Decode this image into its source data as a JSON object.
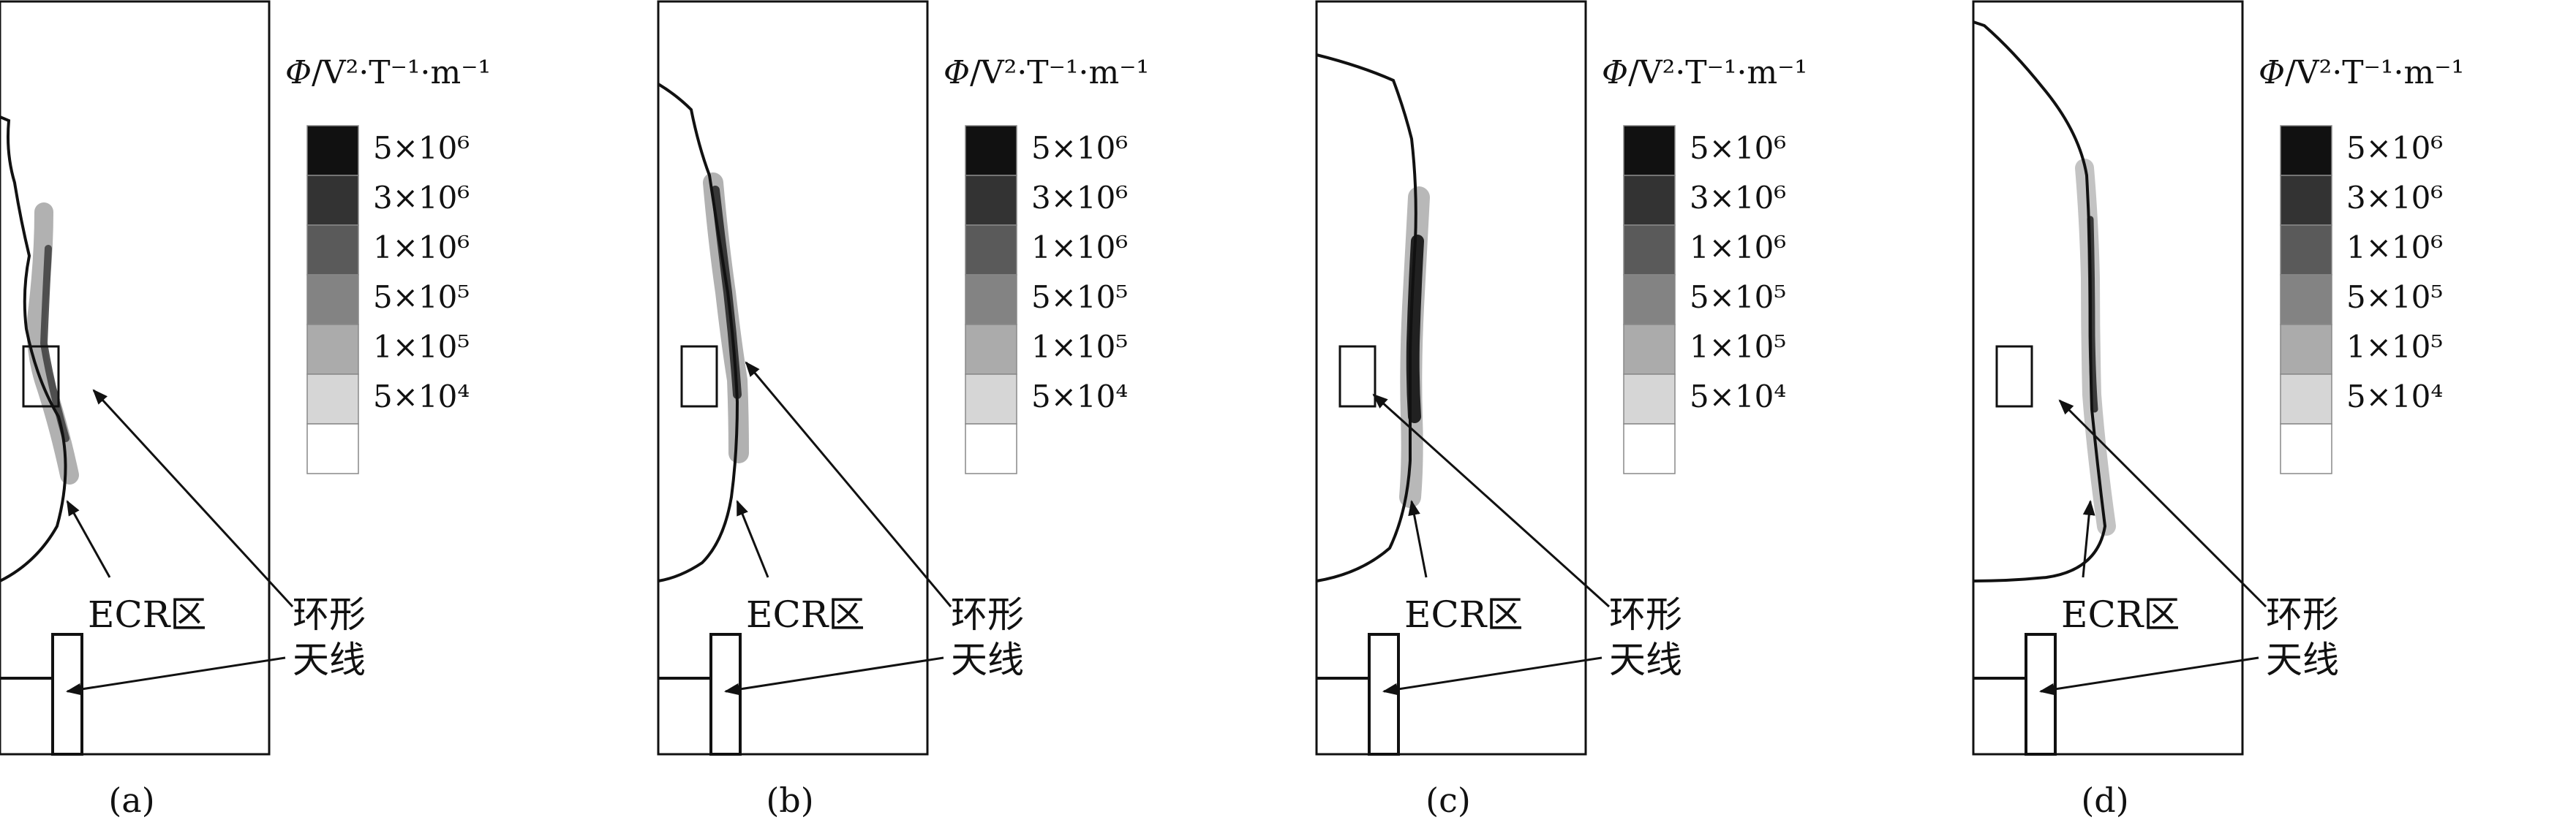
{
  "panels": [
    {
      "label": "(a)",
      "ecr_label": "ECR区",
      "antenna_label_line1": "环形",
      "antenna_label_line2": "天线"
    },
    {
      "label": "(b)",
      "ecr_label": "ECR区",
      "antenna_label_line1": "环形",
      "antenna_label_line2": "天线"
    },
    {
      "label": "(c)",
      "ecr_label": "ECR区",
      "antenna_label_line1": "环形",
      "antenna_label_line2": "天线"
    },
    {
      "label": "(d)",
      "ecr_label": "ECR区",
      "antenna_label_line1": "环形",
      "antenna_label_line2": "天线"
    }
  ],
  "legend": {
    "title_symbol": "Φ",
    "title_unit": "/V²·T⁻¹·m⁻¹",
    "levels": [
      {
        "label": "5×10⁶",
        "color": "#111111"
      },
      {
        "label": "3×10⁶",
        "color": "#333333"
      },
      {
        "label": "1×10⁶",
        "color": "#5a5a5a"
      },
      {
        "label": "5×10⁵",
        "color": "#838383"
      },
      {
        "label": "1×10⁵",
        "color": "#ababab"
      },
      {
        "label": "5×10⁴",
        "color": "#d6d6d6"
      },
      {
        "label": "",
        "color": "#ffffff"
      }
    ]
  }
}
